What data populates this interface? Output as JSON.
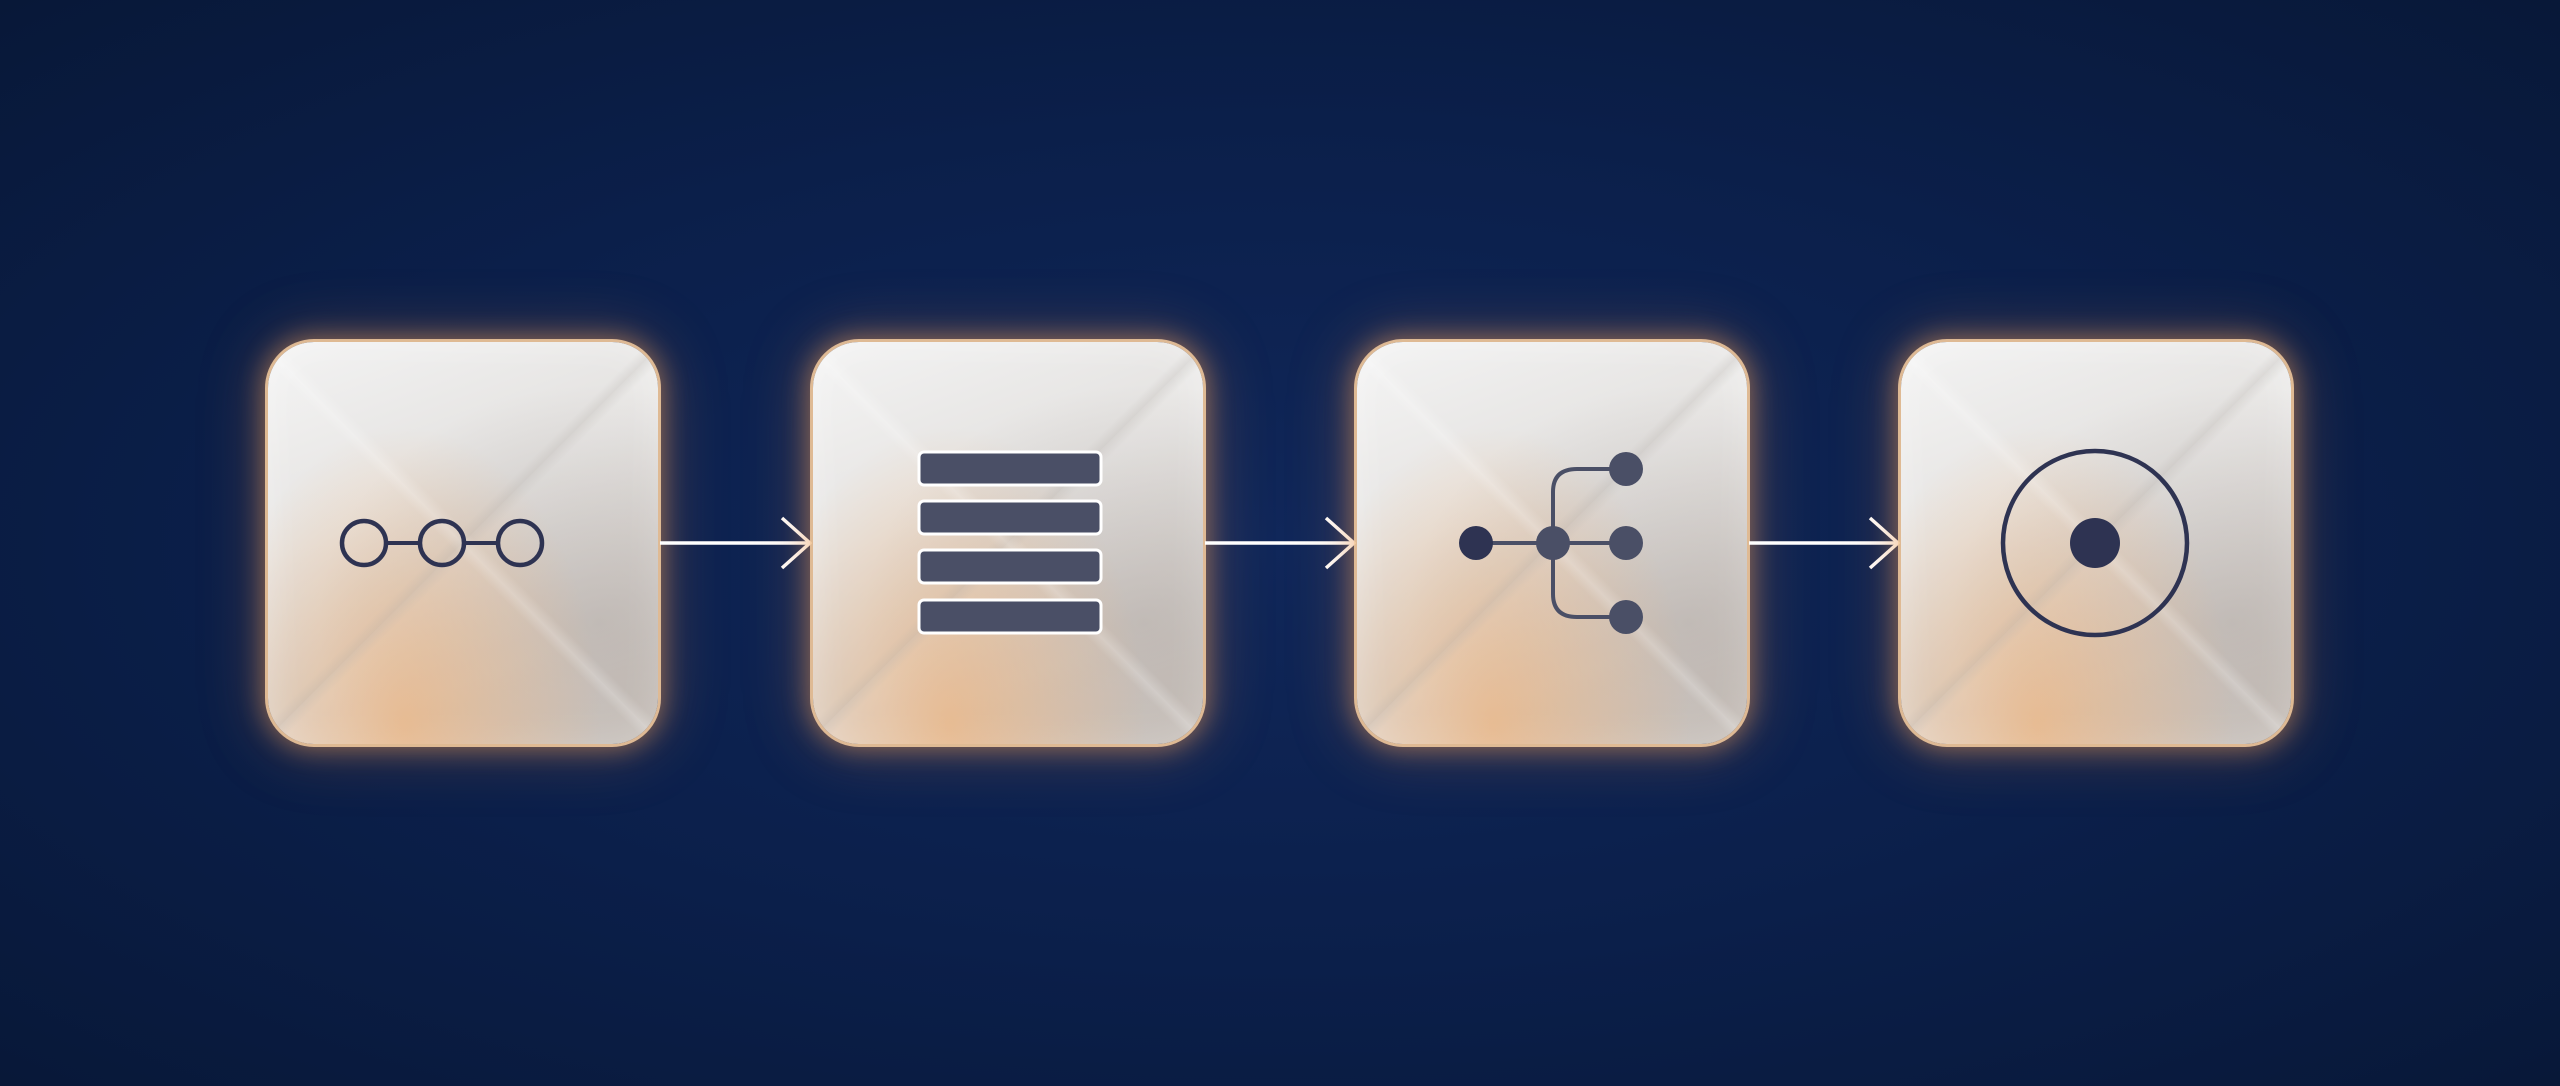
{
  "diagram": {
    "type": "linear-flow",
    "steps": [
      {
        "icon": "connected-nodes-icon"
      },
      {
        "icon": "list-rows-icon"
      },
      {
        "icon": "branching-tree-icon"
      },
      {
        "icon": "target-icon"
      }
    ],
    "connections": [
      {
        "from": 0,
        "to": 1,
        "style": "arrow"
      },
      {
        "from": 1,
        "to": 2,
        "style": "arrow"
      },
      {
        "from": 2,
        "to": 3,
        "style": "arrow"
      }
    ]
  },
  "colors": {
    "background": "#0b1f4a",
    "card_face": "#e6e3e0",
    "card_glow": "#f0a05a",
    "icon_stroke": "#2e3352",
    "icon_fill": "#4a4f66",
    "arrow": "#ffffff"
  }
}
